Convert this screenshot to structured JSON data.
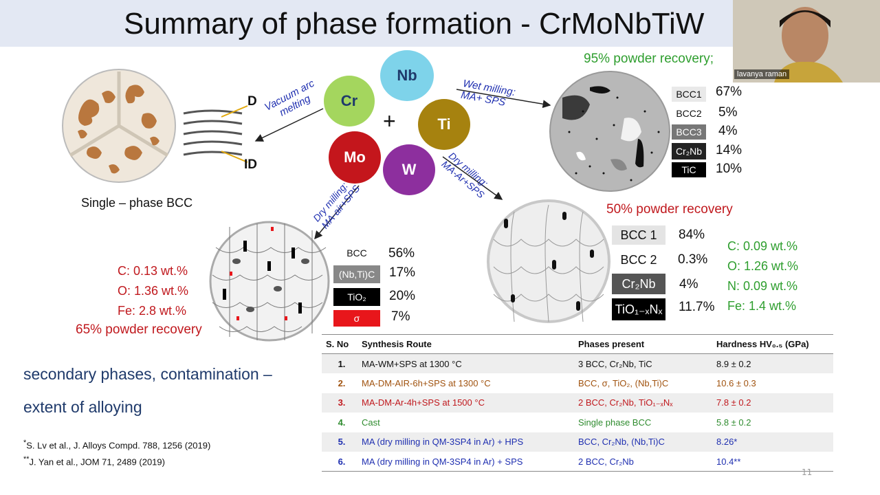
{
  "title": "Summary of phase formation - CrMoNbTiW",
  "presenter": {
    "name": "lavanya raman"
  },
  "elements": [
    {
      "symbol": "Nb",
      "color": "#7ed3ea",
      "text_color": "#1f3a6b"
    },
    {
      "symbol": "Cr",
      "color": "#a4d65e",
      "text_color": "#1f3a6b"
    },
    {
      "symbol": "Ti",
      "color": "#a6820f",
      "text_color": "#ffffff"
    },
    {
      "symbol": "Mo",
      "color": "#c4161c",
      "text_color": "#ffffff"
    },
    {
      "symbol": "W",
      "color": "#8d2f9e",
      "text_color": "#ffffff"
    }
  ],
  "plus": "+",
  "routes": {
    "arc": "Vacuum arc\nmelting",
    "wet": "Wet milling:\nMA+ SPS",
    "dry_ar": "Dry milling:\nMA-Ar+SPS",
    "dry_air": "Dry milling:\nMA-air+SPS"
  },
  "cast": {
    "label": "Single – phase BCC",
    "d_label": "D",
    "id_label": "ID"
  },
  "wet": {
    "recovery": "95% powder recovery;",
    "phases": [
      {
        "name": "BCC1",
        "pct": "67%",
        "bg": "#e9e9e9",
        "fg": "#111111"
      },
      {
        "name": "BCC2",
        "pct": "5%",
        "bg": "#ffffff",
        "fg": "#111111"
      },
      {
        "name": "BCC3",
        "pct": "4%",
        "bg": "#777777",
        "fg": "#ffffff"
      },
      {
        "name": "Cr₂Nb",
        "pct": "14%",
        "bg": "#222222",
        "fg": "#ffffff"
      },
      {
        "name": "TiC",
        "pct": "10%",
        "bg": "#000000",
        "fg": "#ffffff"
      }
    ]
  },
  "dry_ar": {
    "recovery": "50% powder recovery",
    "phases": [
      {
        "name": "BCC 1",
        "pct": "84%",
        "bg": "#e4e4e4",
        "fg": "#111111"
      },
      {
        "name": "BCC 2",
        "pct": "0.3%",
        "bg": "#ffffff",
        "fg": "#111111"
      },
      {
        "name": "Cr₂Nb",
        "pct": "4%",
        "bg": "#555555",
        "fg": "#ffffff"
      },
      {
        "name": "TiO₁₋ₓNₓ",
        "pct": "11.7%",
        "bg": "#000000",
        "fg": "#ffffff"
      }
    ],
    "composition": [
      "C: 0.09 wt.%",
      "O: 1.26 wt.%",
      "N: 0.09 wt.%",
      "Fe: 1.4 wt.%"
    ]
  },
  "dry_air": {
    "recovery": "65% powder recovery",
    "phases": [
      {
        "name": "BCC",
        "pct": "56%",
        "bg": "#ffffff",
        "fg": "#111111"
      },
      {
        "name": "(Nb,Ti)C",
        "pct": "17%",
        "bg": "#888888",
        "fg": "#ffffff"
      },
      {
        "name": "TiO₂",
        "pct": "20%",
        "bg": "#000000",
        "fg": "#ffffff"
      },
      {
        "name": "σ",
        "pct": "7%",
        "bg": "#e8161b",
        "fg": "#ffffff"
      }
    ],
    "composition": [
      "C: 0.13 wt.%",
      "O: 1.36 wt.%",
      "Fe: 2.8 wt.%"
    ]
  },
  "secondary_text": [
    "secondary phases, contamination –",
    "extent of alloying"
  ],
  "references": [
    {
      "mark": "*",
      "text": "S. Lv et al., J. Alloys Compd. 788, 1256 (2019)"
    },
    {
      "mark": "**",
      "text": "J. Yan et al., JOM 71, 2489 (2019)"
    }
  ],
  "table": {
    "headers": [
      "S. No",
      "Synthesis Route",
      "Phases present",
      "Hardness HV₀.₅ (GPa)"
    ],
    "rows": [
      {
        "no": "1.",
        "route": "MA-WM+SPS at 1300 °C",
        "phases": "3 BCC, Cr₂Nb, TiC",
        "hardness": "8.9 ± 0.2",
        "color": "#111111",
        "shade": true
      },
      {
        "no": "2.",
        "route": "MA-DM-AIR-6h+SPS at 1300 °C",
        "phases": "BCC, σ, TiO₂, (Nb,Ti)C",
        "hardness": "10.6 ± 0.3",
        "color": "#a0520e",
        "shade": false
      },
      {
        "no": "3.",
        "route": "MA-DM-Ar-4h+SPS at 1500 °C",
        "phases": "2 BCC, Cr₂Nb, TiO₁₋ₓNₓ",
        "hardness": "7.8 ± 0.2",
        "color": "#c0181d",
        "shade": true
      },
      {
        "no": "4.",
        "route": "Cast",
        "phases": "Single phase BCC",
        "hardness": "5.8 ± 0.2",
        "color": "#2e8b2e",
        "shade": false
      },
      {
        "no": "5.",
        "route": "MA (dry milling in QM-3SP4 in Ar) + HPS",
        "phases": "BCC, Cr₂Nb, (Nb,Ti)C",
        "hardness": "8.26*",
        "color": "#1f2fb0",
        "shade": true
      },
      {
        "no": "6.",
        "route": "MA (dry milling in QM-3SP4 in Ar) + SPS",
        "phases": "2 BCC, Cr₂Nb",
        "hardness": "10.4**",
        "color": "#1f2fb0",
        "shade": false
      }
    ]
  },
  "slide_number": "11"
}
